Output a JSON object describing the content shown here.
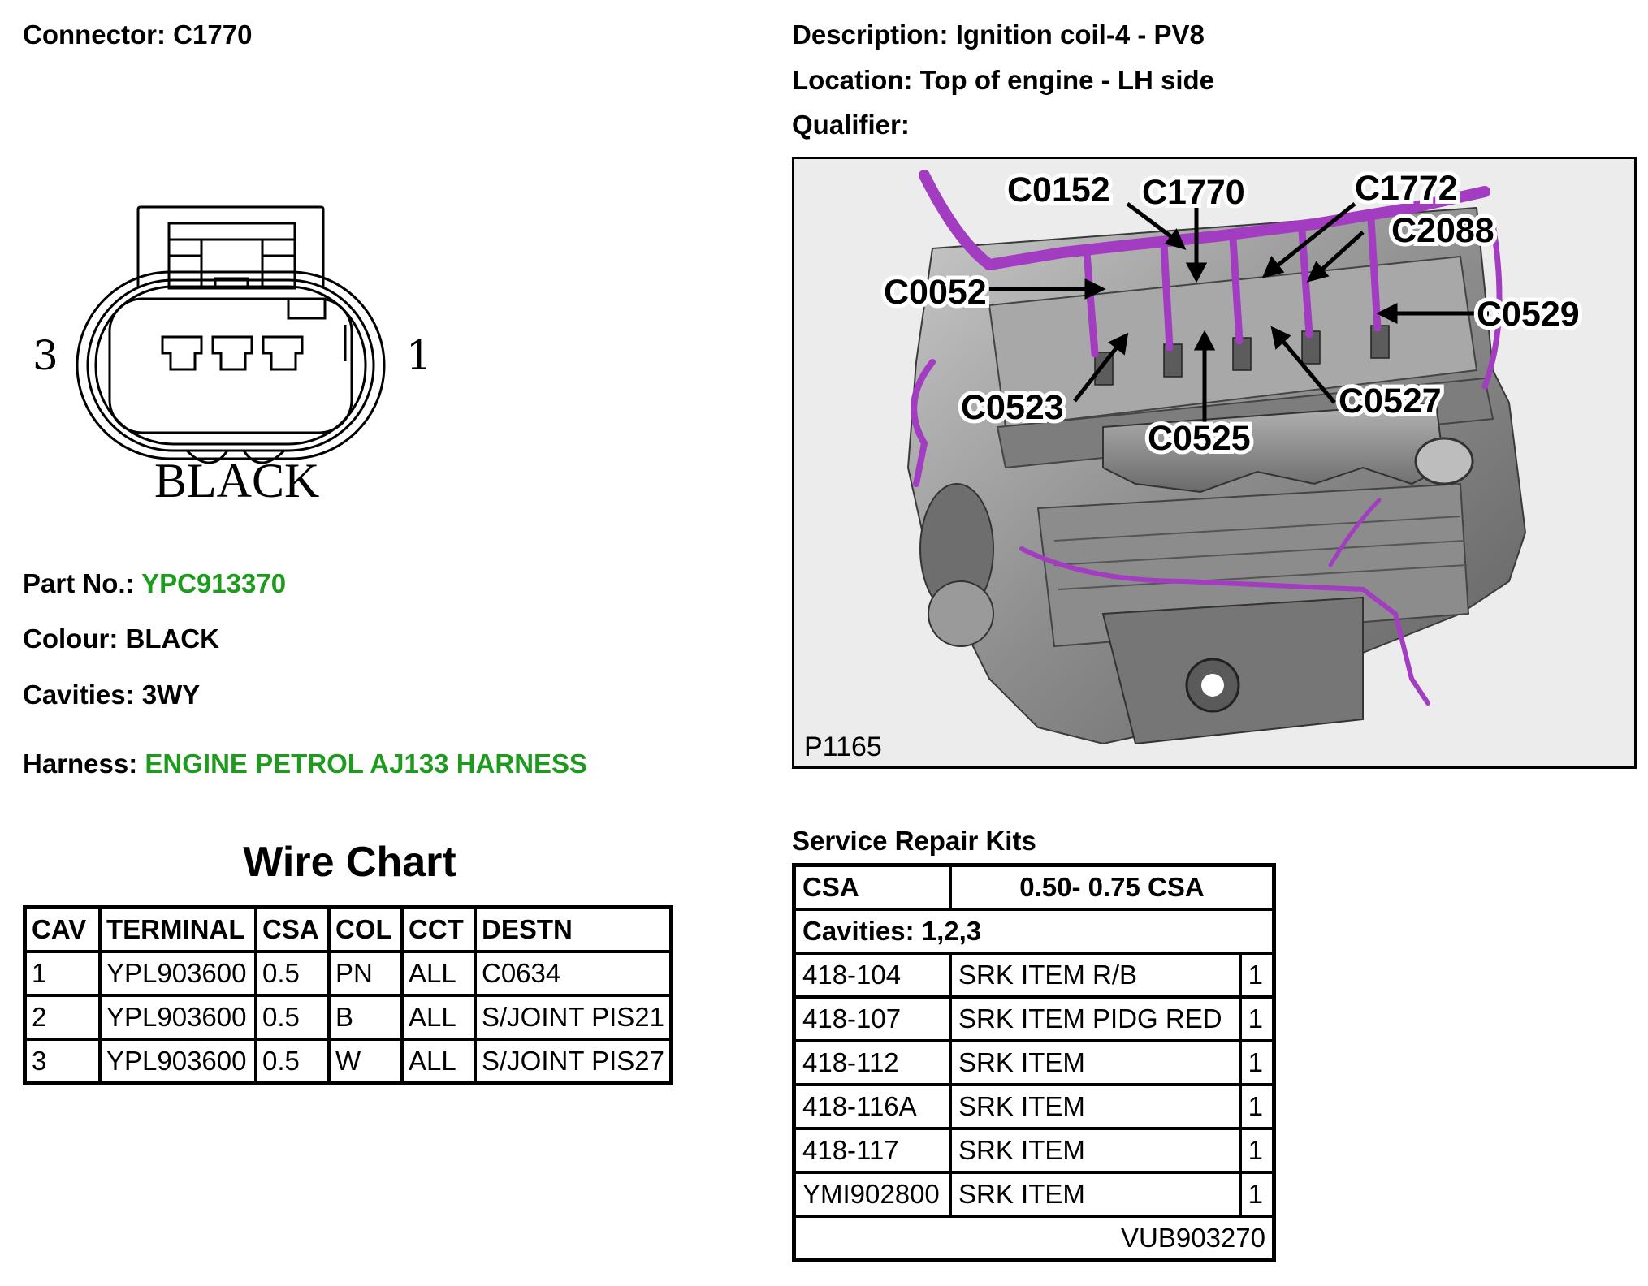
{
  "header": {
    "connector_label": "Connector:",
    "connector_value": "C1770",
    "description_label": "Description:",
    "description_value": "Ignition coil-4 - PV8",
    "location_label": "Location:",
    "location_value": "Top of engine - LH side",
    "qualifier_label": "Qualifier:",
    "qualifier_value": ""
  },
  "connector_face": {
    "pin_left": "3",
    "pin_right": "1",
    "colour_text": "BLACK"
  },
  "details": {
    "part_no_label": "Part No.:",
    "part_no_value": "YPC913370",
    "colour_label": "Colour:",
    "colour_value": "BLACK",
    "cavities_label": "Cavities:",
    "cavities_value": "3WY",
    "harness_label": "Harness:",
    "harness_value": "ENGINE PETROL AJ133 HARNESS",
    "link_color": "#1e9a1e"
  },
  "wire_chart": {
    "title": "Wire Chart",
    "headers": [
      "CAV",
      "TERMINAL",
      "CSA",
      "COL",
      "CCT",
      "DESTN"
    ],
    "rows": [
      [
        "1",
        "YPL903600",
        "0.5",
        "PN",
        "ALL",
        "C0634"
      ],
      [
        "2",
        "YPL903600",
        "0.5",
        "B",
        "ALL",
        "S/JOINT PIS21"
      ],
      [
        "3",
        "YPL903600",
        "0.5",
        "W",
        "ALL",
        "S/JOINT PIS27"
      ]
    ]
  },
  "figure": {
    "ref": "P1165",
    "callouts": {
      "c0152": "C0152",
      "c1770": "C1770",
      "c1772": "C1772",
      "c2088": "C2088",
      "c0052": "C0052",
      "c0529": "C0529",
      "c0523": "C0523",
      "c0527": "C0527",
      "c0525": "C0525"
    },
    "harness_color": "#a23cc0"
  },
  "service_kits": {
    "title": "Service Repair Kits",
    "csa_label": "CSA",
    "csa_value": "0.50- 0.75 CSA",
    "cavities_text": "Cavities: 1,2,3",
    "items": [
      [
        "418-104",
        "SRK ITEM R/B",
        "1"
      ],
      [
        "418-107",
        "SRK ITEM PIDG RED",
        "1"
      ],
      [
        "418-112",
        "SRK ITEM",
        "1"
      ],
      [
        "418-116A",
        "SRK ITEM",
        "1"
      ],
      [
        "418-117",
        "SRK ITEM",
        "1"
      ],
      [
        "YMI902800",
        "SRK ITEM",
        "1"
      ]
    ],
    "footer": "VUB903270"
  }
}
